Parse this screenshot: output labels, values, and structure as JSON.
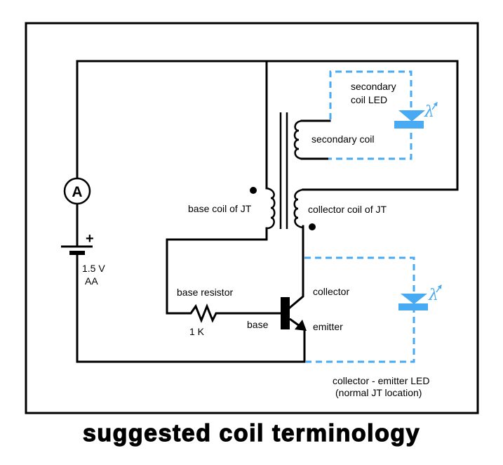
{
  "title": "suggested coil terminology",
  "colors": {
    "wire": "#000000",
    "led": "#47aaf2",
    "background": "#ffffff"
  },
  "components": {
    "ammeter": {
      "symbol": "A"
    },
    "battery": {
      "polarity": "+",
      "voltage": "1.5 V",
      "type": "AA"
    },
    "base_resistor": {
      "label": "base resistor",
      "value": "1 K"
    },
    "base_coil": {
      "label": "base coil of JT"
    },
    "collector_coil": {
      "label": "collector coil of JT"
    },
    "secondary_coil": {
      "label": "secondary coil"
    },
    "secondary_led": {
      "label_line1": "secondary",
      "label_line2": "coil LED",
      "symbol": "λ"
    },
    "transistor": {
      "base": "base",
      "collector": "collector",
      "emitter": "emitter"
    },
    "ce_led": {
      "label_line1": "collector - emitter LED",
      "label_line2": "(normal JT location)",
      "symbol": "λ"
    }
  }
}
